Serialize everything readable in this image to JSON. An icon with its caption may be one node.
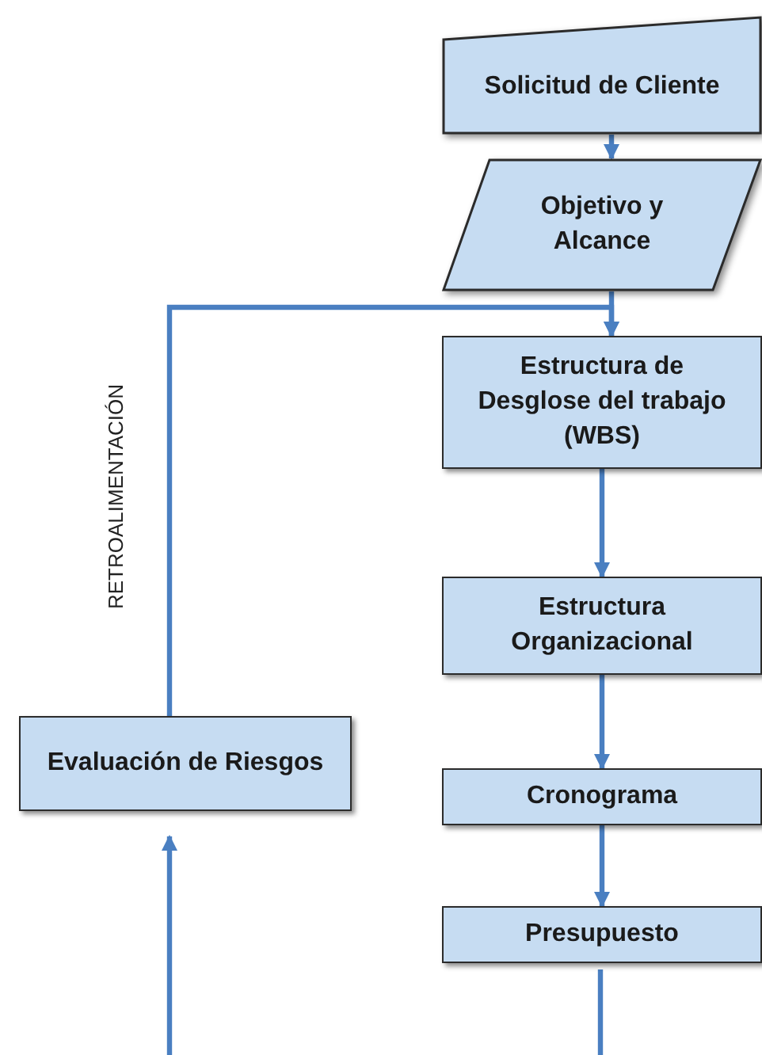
{
  "diagram": {
    "nodes": [
      {
        "text": [
          "Solicitud de Cliente"
        ]
      },
      {
        "text": [
          "Objetivo y Alcance"
        ]
      },
      {
        "text": [
          "Estructura de Desglose del trabajo (WBS)"
        ]
      },
      {
        "text": [
          "Estructura Organizacional"
        ]
      },
      {
        "text": [
          "Cronograma"
        ]
      },
      {
        "text": [
          "Presupuesto"
        ]
      },
      {
        "text": [
          "Evaluación de Riesgos"
        ]
      }
    ],
    "edges": [
      {
        "from": 0,
        "to": 1,
        "arrow": "to"
      },
      {
        "from": 1,
        "to": 2,
        "arrow": "to"
      },
      {
        "from": 6,
        "to": 2,
        "arrow": "to",
        "label": "RETROALIMENTACIÓN"
      },
      {
        "from": 2,
        "to": 3,
        "arrow": "to"
      },
      {
        "from": 3,
        "to": 4,
        "arrow": "to"
      },
      {
        "from": 4,
        "to": 5,
        "arrow": "to"
      },
      {
        "from": 5,
        "to": null,
        "arrow": "none"
      },
      {
        "from": null,
        "to": 6,
        "arrow": "to"
      }
    ]
  }
}
